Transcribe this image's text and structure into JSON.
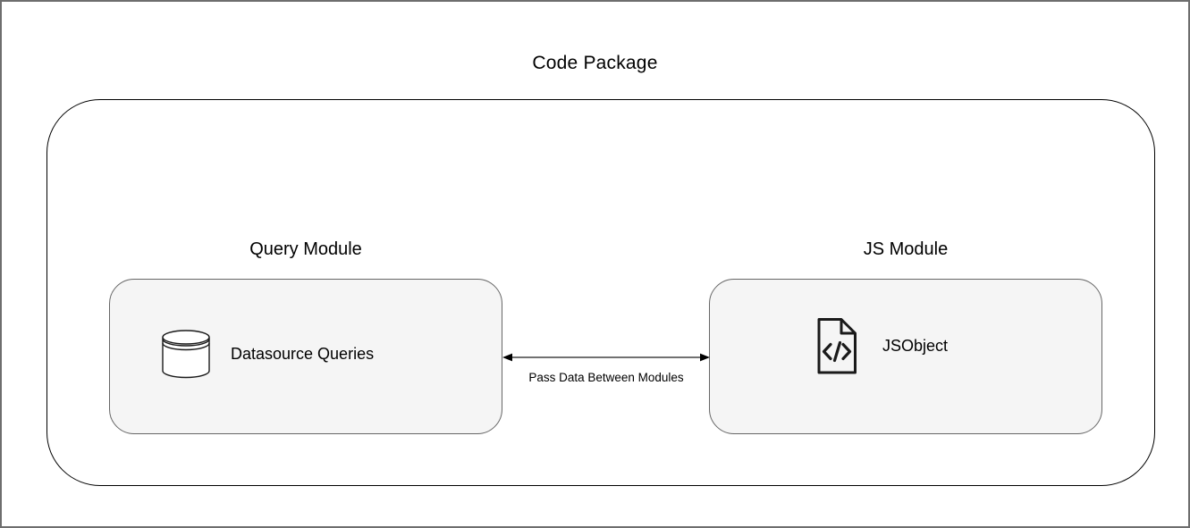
{
  "diagram": {
    "title": "Code Package",
    "modules": [
      {
        "id": "query-module",
        "label": "Query Module",
        "node": {
          "label": "Datasource Queries",
          "icon": "database-icon"
        }
      },
      {
        "id": "js-module",
        "label": "JS Module",
        "node": {
          "label": "JSObject",
          "icon": "code-file-icon"
        }
      }
    ],
    "connector": {
      "label": "Pass Data Between Modules",
      "direction": "bidirectional"
    },
    "colors": {
      "background": "#ffffff",
      "frame_border": "#6e6e6e",
      "container_border": "#000000",
      "node_fill": "#f5f5f5",
      "node_border": "#666666",
      "icon_stroke": "#1a1a1a",
      "arrow_line": "#424242",
      "arrowhead": "#000000",
      "text": "#000000"
    }
  }
}
